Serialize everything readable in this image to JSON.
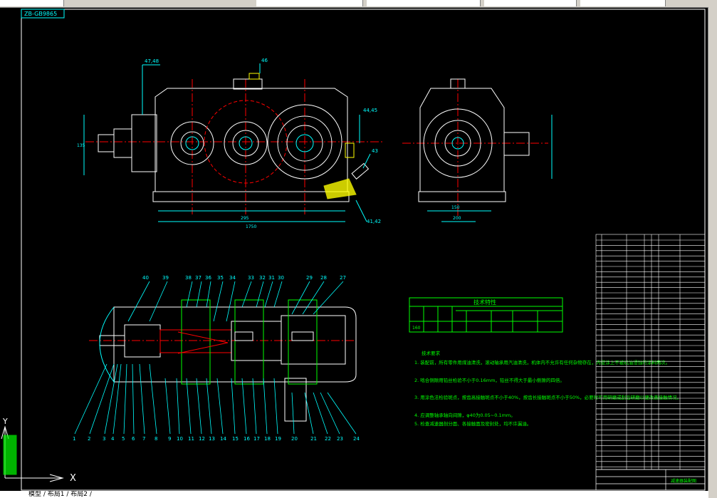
{
  "drawing": {
    "stamp": "ZB-GB9865",
    "tech_table_title": "技术特性",
    "tech_row_value": "160",
    "notes": {
      "title": "技术要求",
      "lines": [
        "1. 装配前，所有零件用煤油清洗，滚动轴承用汽油清洗，机体内不允许有任何杂物存在，内壁涂上不被机油浸蚀的涂料两次。",
        "2. 啮合侧隙用铅丝检验不小于0.16mm，铅丝不得大于最小侧隙的四倍。",
        "3. 用涂色法检验斑点，按齿高接触斑点不小于40%，按齿长接触斑点不小于50%，必要时可用研磨或刮后研磨以便改善接触情况。",
        "4. 应调整轴承轴向间隙，φ40为0.05~0.1mm。",
        "5. 检查减速器剖分面、各接触面及密封处，均不许漏油。"
      ]
    },
    "title_block_name": "减速器装配图",
    "callouts_top": [
      "47,48",
      "46",
      "44,45",
      "43",
      "41,42"
    ],
    "callouts_bottom": [
      "40",
      "39",
      "38",
      "37",
      "36",
      "35",
      "34",
      "33",
      "32",
      "31",
      "30",
      "29",
      "28",
      "27"
    ],
    "callouts_base": [
      "1",
      "2",
      "3",
      "4",
      "5",
      "6",
      "7",
      "8",
      "9",
      "10",
      "11",
      "12",
      "13",
      "14",
      "15",
      "16",
      "17",
      "18",
      "19",
      "20",
      "21",
      "22",
      "23",
      "24"
    ],
    "dims": [
      "150",
      "295",
      "135",
      "1750",
      "200"
    ]
  },
  "ucs": {
    "y_label": "Y",
    "x_label": "X"
  },
  "status": {
    "layout_tabs": "模型 / 布局1 / 布局2 /"
  },
  "colors": {
    "frame": "#ffffff",
    "green": "#00ff00",
    "cyan": "#00ffff",
    "red": "#ff0000",
    "yellow": "#ffff00"
  }
}
